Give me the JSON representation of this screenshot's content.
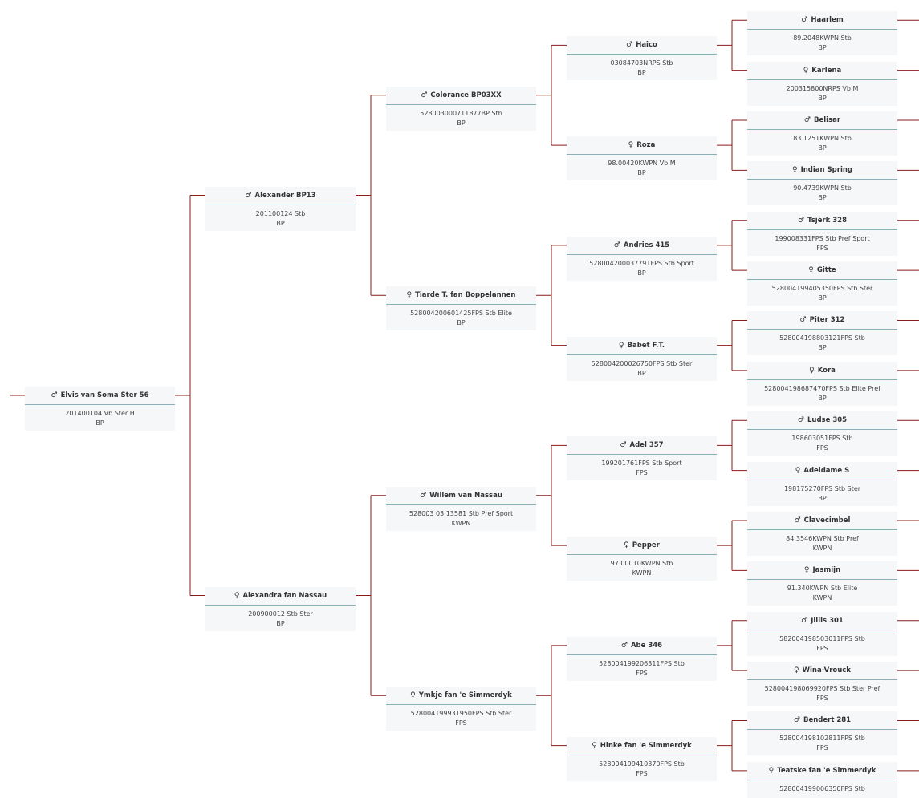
{
  "colors": {
    "line": "#8b1a1a",
    "node_bg": "#f5f7f9",
    "divider": "#8ab1b7"
  },
  "icons": {
    "male": "male-sign-icon",
    "female": "female-sign-icon"
  },
  "tree": {
    "name": "Elvis van Soma Ster 56",
    "sex": "male",
    "reg": "201400104 Vb Ster H",
    "studbook": "BP",
    "sire": {
      "name": "Alexander BP13",
      "sex": "male",
      "reg": "201100124 Stb",
      "studbook": "BP",
      "sire": {
        "name": "Colorance BP03XX",
        "sex": "male",
        "reg": "528003000711877BP Stb",
        "studbook": "BP",
        "sire": {
          "name": "Haico",
          "sex": "male",
          "reg": "03084703NRPS Stb",
          "studbook": "BP",
          "sire": {
            "name": "Haarlem",
            "sex": "male",
            "reg": "89.2048KWPN Stb",
            "studbook": "BP"
          },
          "dam": {
            "name": "Karlena",
            "sex": "female",
            "reg": "200315800NRPS Vb M",
            "studbook": "BP"
          }
        },
        "dam": {
          "name": "Roza",
          "sex": "female",
          "reg": "98.00420KWPN Vb M",
          "studbook": "BP",
          "sire": {
            "name": "Belisar",
            "sex": "male",
            "reg": "83.1251KWPN Stb",
            "studbook": "BP"
          },
          "dam": {
            "name": "Indian Spring",
            "sex": "female",
            "reg": "90.4739KWPN Stb",
            "studbook": "BP"
          }
        }
      },
      "dam": {
        "name": "Tiarde T. fan Boppelannen",
        "sex": "female",
        "reg": "528004200601425FPS Stb Elite",
        "studbook": "BP",
        "sire": {
          "name": "Andries 415",
          "sex": "male",
          "reg": "528004200037791FPS Stb Sport",
          "studbook": "BP",
          "sire": {
            "name": "Tsjerk 328",
            "sex": "male",
            "reg": "199008331FPS Stb Pref Sport",
            "studbook": "FPS"
          },
          "dam": {
            "name": "Gitte",
            "sex": "female",
            "reg": "528004199405350FPS Stb Ster",
            "studbook": "BP"
          }
        },
        "dam": {
          "name": "Babet F.T.",
          "sex": "female",
          "reg": "528004200026750FPS Stb Ster",
          "studbook": "BP",
          "sire": {
            "name": "Piter 312",
            "sex": "male",
            "reg": "528004198803121FPS Stb",
            "studbook": "BP"
          },
          "dam": {
            "name": "Kora",
            "sex": "female",
            "reg": "528004198687470FPS Stb Elite Pref",
            "studbook": "BP"
          }
        }
      }
    },
    "dam": {
      "name": "Alexandra fan Nassau",
      "sex": "female",
      "reg": "200900012 Stb Ster",
      "studbook": "BP",
      "sire": {
        "name": "Willem van Nassau",
        "sex": "male",
        "reg": "528003 03.13581 Stb Pref Sport",
        "studbook": "KWPN",
        "sire": {
          "name": "Adel 357",
          "sex": "male",
          "reg": "199201761FPS Stb Sport",
          "studbook": "FPS",
          "sire": {
            "name": "Ludse 305",
            "sex": "male",
            "reg": "198603051FPS Stb",
            "studbook": "FPS"
          },
          "dam": {
            "name": "Adeldame S",
            "sex": "female",
            "reg": "198175270FPS Stb Ster",
            "studbook": "BP"
          }
        },
        "dam": {
          "name": "Pepper",
          "sex": "female",
          "reg": "97.00010KWPN Stb",
          "studbook": "KWPN",
          "sire": {
            "name": "Clavecimbel",
            "sex": "male",
            "reg": "84.3546KWPN Stb Pref",
            "studbook": "KWPN"
          },
          "dam": {
            "name": "Jasmijn",
            "sex": "female",
            "reg": "91.340KWPN Stb Elite",
            "studbook": "KWPN"
          }
        }
      },
      "dam": {
        "name": "Ymkje fan 'e Simmerdyk",
        "sex": "female",
        "reg": "528004199931950FPS Stb Ster",
        "studbook": "FPS",
        "sire": {
          "name": "Abe 346",
          "sex": "male",
          "reg": "528004199206311FPS Stb",
          "studbook": "FPS",
          "sire": {
            "name": "Jillis 301",
            "sex": "male",
            "reg": "582004198503011FPS Stb",
            "studbook": "FPS"
          },
          "dam": {
            "name": "Wina-Vrouck",
            "sex": "female",
            "reg": "528004198069920FPS Stb Ster Pref",
            "studbook": "FPS"
          }
        },
        "dam": {
          "name": "Hinke fan 'e Simmerdyk",
          "sex": "female",
          "reg": "528004199410370FPS Stb",
          "studbook": "FPS",
          "sire": {
            "name": "Bendert 281",
            "sex": "male",
            "reg": "528004198102811FPS Stb",
            "studbook": "FPS"
          },
          "dam": {
            "name": "Teatske fan 'e Simmerdyk",
            "sex": "female",
            "reg": "528004199006350FPS Stb",
            "studbook": ""
          }
        }
      }
    }
  }
}
